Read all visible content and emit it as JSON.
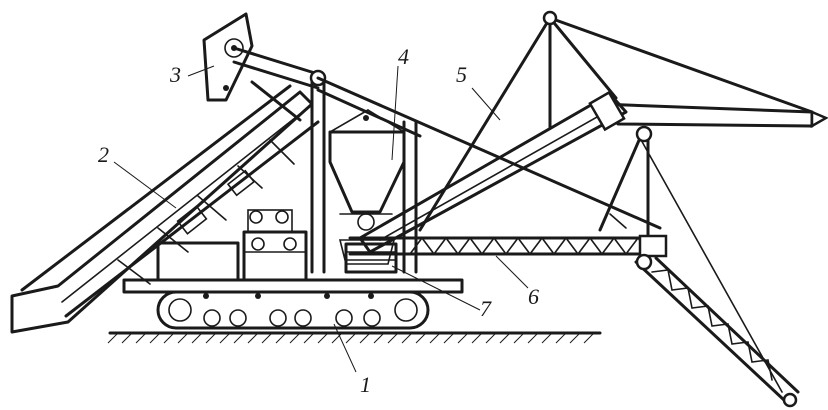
{
  "figure": {
    "labels": [
      {
        "key": "l1",
        "text": "1"
      },
      {
        "key": "l2",
        "text": "2"
      },
      {
        "key": "l3",
        "text": "3"
      },
      {
        "key": "l4",
        "text": "4"
      },
      {
        "key": "l5",
        "text": "5"
      },
      {
        "key": "l6",
        "text": "6"
      },
      {
        "key": "l7",
        "text": "7"
      }
    ],
    "colors": {
      "ink": "#1a1a1a",
      "paper": "#ffffff"
    }
  }
}
